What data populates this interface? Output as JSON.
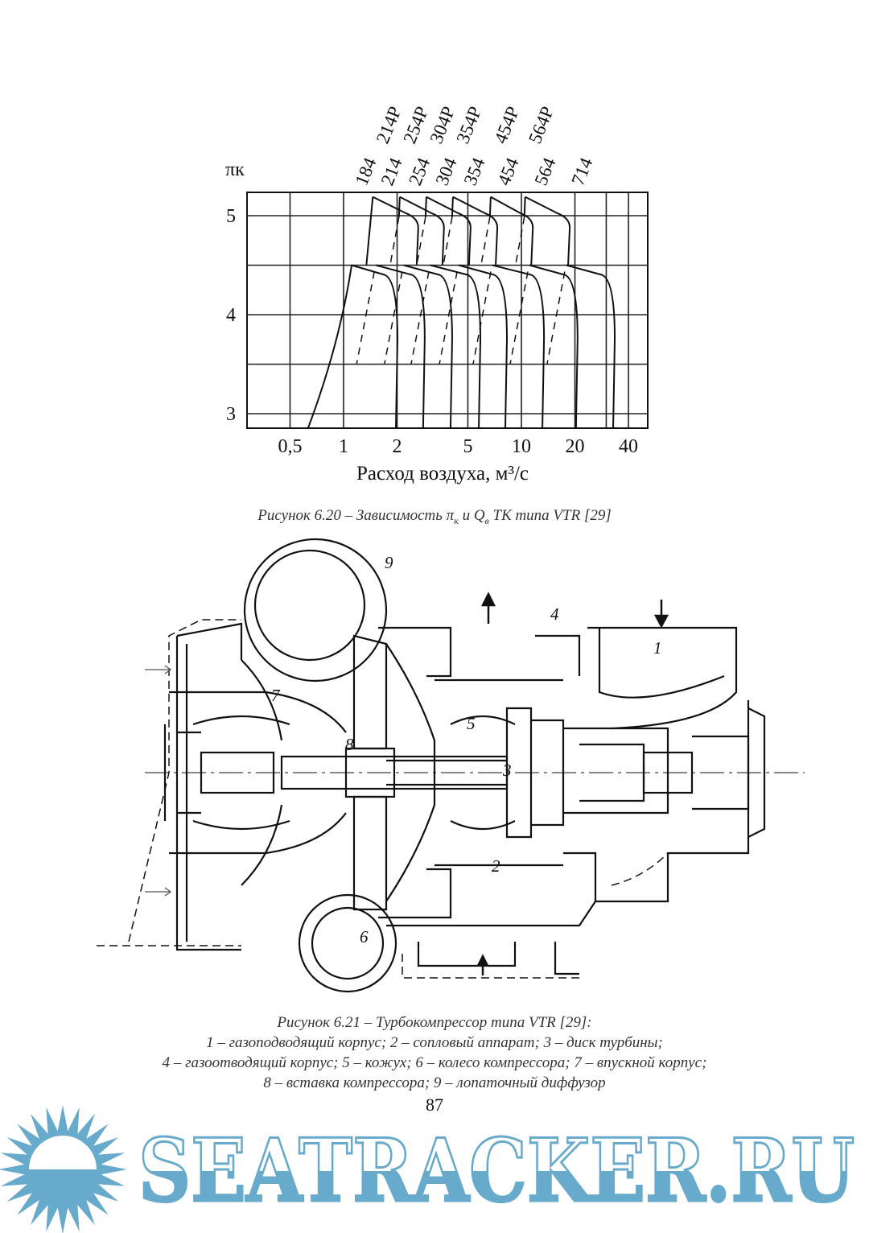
{
  "figure_620": {
    "caption_prefix": "Рисунок 6.20 – Зависимость π",
    "caption_sub1": "к",
    "caption_mid": " и Q",
    "caption_sub2": "в",
    "caption_suffix": " ТК типа VTR [29]"
  },
  "chart_data": {
    "type": "line",
    "title": "",
    "ylabel": "πк",
    "xlabel": "Расход воздуха, м³/с",
    "xscale": "log",
    "xlim": [
      0.28,
      52
    ],
    "ylim": [
      2.85,
      5.24
    ],
    "grid": true,
    "x_ticks": [
      {
        "v": 0.5,
        "label": "0,5"
      },
      {
        "v": 1,
        "label": "1"
      },
      {
        "v": 2,
        "label": "2"
      },
      {
        "v": 5,
        "label": "5"
      },
      {
        "v": 10,
        "label": "10"
      },
      {
        "v": 20,
        "label": "20"
      },
      {
        "v": 40,
        "label": "40"
      }
    ],
    "y_ticks": [
      {
        "v": 5,
        "label": "5"
      },
      {
        "v": 4,
        "label": "4"
      },
      {
        "v": 3,
        "label": "3"
      }
    ],
    "x_gridlines": [
      0.5,
      1,
      2,
      5,
      10,
      20,
      30,
      40
    ],
    "y_gridlines": [
      5,
      4.5,
      4,
      3.5,
      3
    ],
    "series": [
      {
        "name": "184",
        "peak_flow": 1.11,
        "peak_pi": 4.5,
        "choke_flow": 2.01,
        "min_pi": 2.85,
        "surge_start_flow": 0.63
      },
      {
        "name": "214",
        "peak_flow": 1.52,
        "peak_pi": 4.5,
        "choke_flow": 2.86,
        "min_pi": 2.85
      },
      {
        "name": "254",
        "peak_flow": 2.18,
        "peak_pi": 4.5,
        "choke_flow": 4.08,
        "min_pi": 2.85
      },
      {
        "name": "304",
        "peak_flow": 3.08,
        "peak_pi": 4.5,
        "choke_flow": 5.88,
        "min_pi": 2.85
      },
      {
        "name": "354",
        "peak_flow": 4.44,
        "peak_pi": 4.5,
        "choke_flow": 8.29,
        "min_pi": 2.85
      },
      {
        "name": "454",
        "peak_flow": 6.87,
        "peak_pi": 4.5,
        "choke_flow": 13.4,
        "min_pi": 2.85
      },
      {
        "name": "564",
        "peak_flow": 11.1,
        "peak_pi": 4.5,
        "choke_flow": 20.7,
        "min_pi": 2.85
      },
      {
        "name": "714",
        "peak_flow": 17.9,
        "peak_pi": 4.5,
        "choke_flow": 33.5,
        "min_pi": 2.85
      },
      {
        "name": "214P",
        "peak_flow": 1.46,
        "peak_pi": 5.19,
        "choke_flow": 2.63,
        "min_pi": 4.5
      },
      {
        "name": "254P",
        "peak_flow": 2.07,
        "peak_pi": 5.19,
        "choke_flow": 3.67,
        "min_pi": 4.5
      },
      {
        "name": "304P",
        "peak_flow": 2.92,
        "peak_pi": 5.19,
        "choke_flow": 5.18,
        "min_pi": 4.5
      },
      {
        "name": "354P",
        "peak_flow": 4.12,
        "peak_pi": 5.19,
        "choke_flow": 7.32,
        "min_pi": 4.5
      },
      {
        "name": "454P",
        "peak_flow": 6.72,
        "peak_pi": 5.19,
        "choke_flow": 11.6,
        "min_pi": 4.5
      },
      {
        "name": "564P",
        "peak_flow": 10.5,
        "peak_pi": 5.19,
        "choke_flow": 18.7,
        "min_pi": 4.5
      }
    ],
    "dashed_surge_low_pi": 3.5
  },
  "figure_621": {
    "caption_title": "Рисунок 6.21 – Турбокомпрессор типа VTR [29]:",
    "caption_line1": "1 – газоподводящий корпус; 2 – сопловый аппарат; 3 – диск турбины;",
    "caption_line2": "4 – газоотводящий корпус; 5 – кожух; 6 – колесо компрессора; 7 – впускной корпус;",
    "caption_line3": "8 – вставка компрессора; 9 – лопаточный диффузор",
    "labels": [
      "1",
      "2",
      "3",
      "4",
      "5",
      "6",
      "7",
      "8",
      "9"
    ]
  },
  "page_number": "87",
  "watermark": {
    "text": "SEATRACKER.RU",
    "color": "#68aacb"
  }
}
